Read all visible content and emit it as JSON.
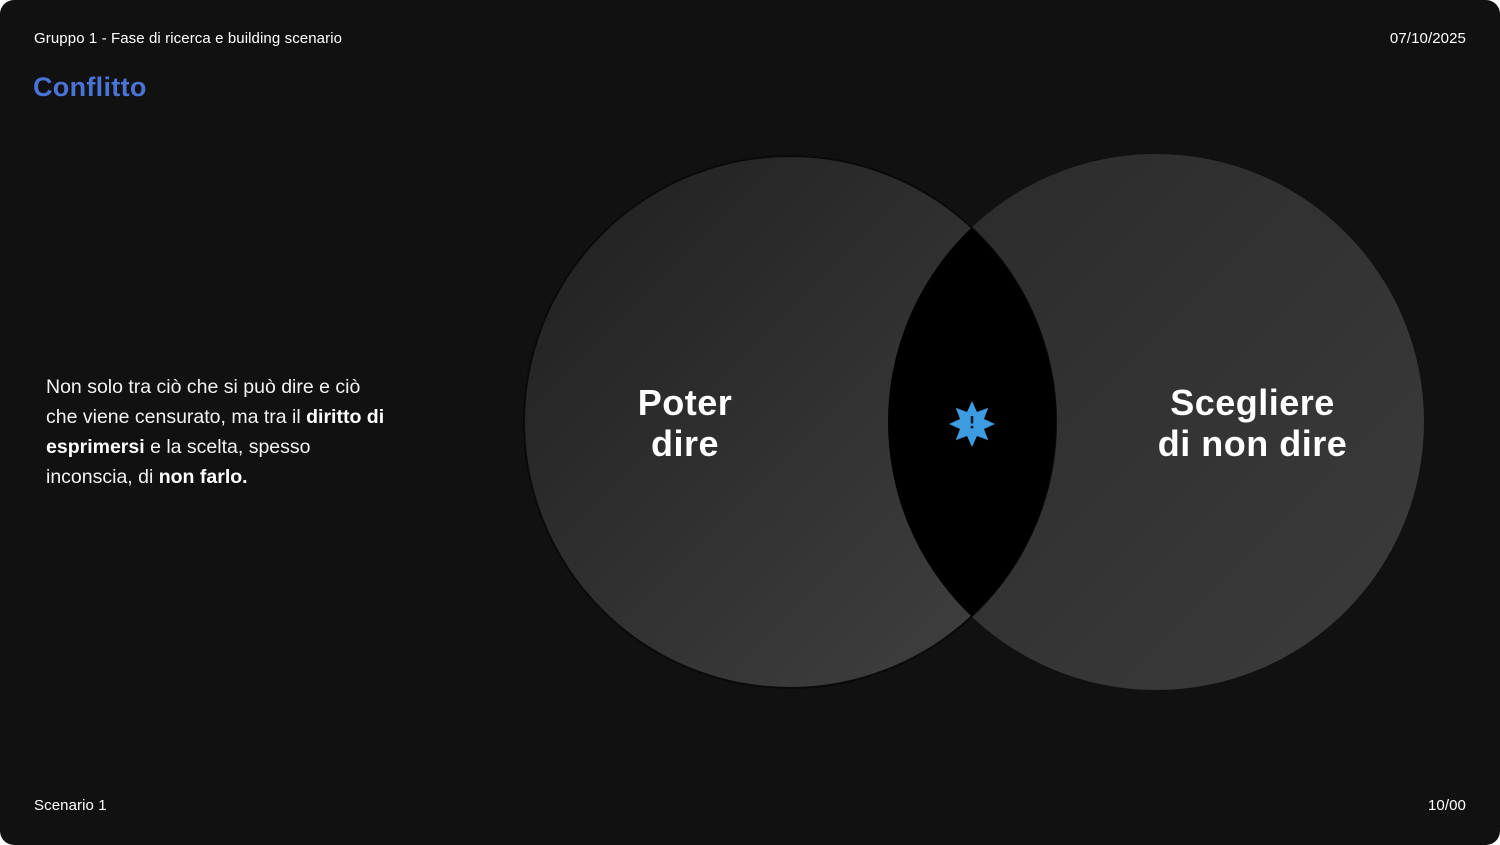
{
  "header": {
    "left": "Gruppo 1 - Fase di ricerca e building scenario",
    "date": "07/10/2025"
  },
  "title": "Conflitto",
  "body": {
    "p1": "Non solo tra ciò che si può dire e ciò che viene censurato, ma tra il ",
    "b1": "diritto di esprimersi",
    "p2": " e la scelta, spesso inconscia, di ",
    "b2": "non farlo."
  },
  "venn": {
    "left_label_line1": "Poter",
    "left_label_line2": "dire",
    "right_label_line1": "Scegliere",
    "right_label_line2": "di non dire",
    "center_icon": "warning-star-icon",
    "colors": {
      "background": "#111111",
      "circle_light": "#3d3d3d",
      "circle_dark": "#252525",
      "intersection": "#000000",
      "accent": "#3d9be0",
      "title": "#4a73d6"
    }
  },
  "footer": {
    "left": "Scenario 1",
    "page": "10/00"
  }
}
